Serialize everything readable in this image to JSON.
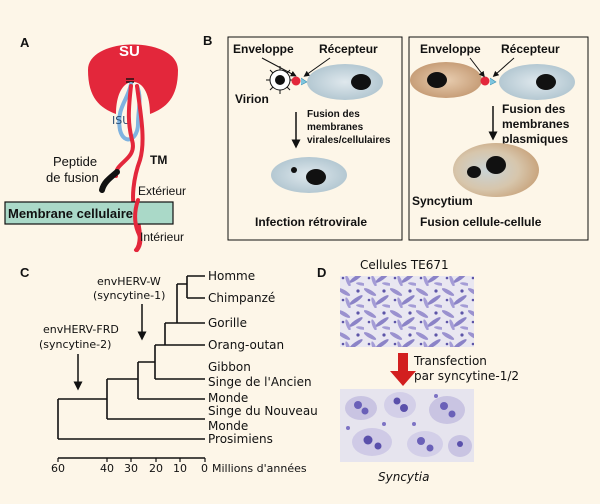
{
  "panel_a": {
    "letter": "A",
    "su": "SU",
    "isu": "ISU",
    "tm": "TM",
    "fusion_peptide_1": "Peptide",
    "fusion_peptide_2": "de fusion",
    "exterior": "Extérieur",
    "membrane": "Membrane cellulaire",
    "interior": "Intérieur"
  },
  "panel_b": {
    "letter": "B",
    "left": {
      "envelope": "Enveloppe",
      "receptor": "Récepteur",
      "virion": "Virion",
      "fusion_1": "Fusion des",
      "fusion_2": "membranes",
      "fusion_3": "virales/cellulaires",
      "caption": "Infection rétrovirale"
    },
    "right": {
      "envelope": "Enveloppe",
      "receptor": "Récepteur",
      "fusion_1": "Fusion des",
      "fusion_2": "membranes",
      "fusion_3": "plasmiques",
      "syncytium": "Syncytium",
      "caption": "Fusion cellule-cellule"
    }
  },
  "panel_c": {
    "letter": "C",
    "herv_w_1": "envHERV-W",
    "herv_w_2": "(syncytine-1)",
    "herv_frd_1": "envHERV-FRD",
    "herv_frd_2": "(syncytine-2)",
    "taxa": [
      "Homme",
      "Chimpanzé",
      "Gorille",
      "Orang-outan",
      "Gibbon",
      "Singe de l'Ancien",
      "Monde",
      "Singe du Nouveau",
      "Monde",
      "Prosimiens"
    ],
    "ticks": [
      "60",
      "40",
      "30",
      "20",
      "10",
      "0"
    ],
    "axis_label": "Millions d'années"
  },
  "panel_d": {
    "letter": "D",
    "cells_label": "Cellules TE671",
    "transfection_1": "Transfection",
    "transfection_2": "par syncytine-1/2",
    "syncytia": "Syncytia"
  },
  "colors": {
    "su_red": "#e3273b",
    "isu_blue": "#7fb3e0",
    "membrane_green": "#aad9c8",
    "cell_blue": "#c7d7df",
    "cell_tan": "#d8b897",
    "arrow_red": "#d21f1f",
    "stain_purple": "#7d73c4"
  }
}
